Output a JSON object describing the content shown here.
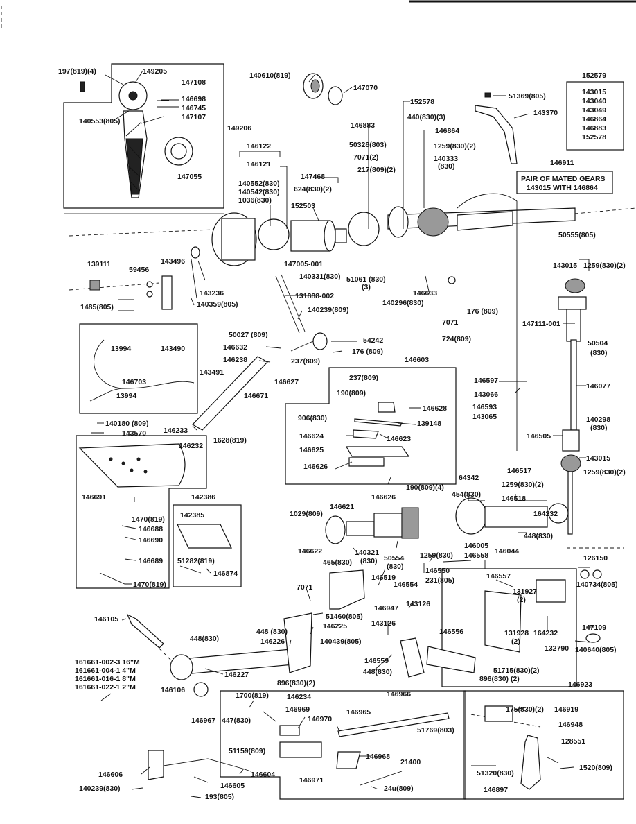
{
  "diagram": {
    "mated_gears_note_line1": "PAIR OF MATED GEARS",
    "mated_gears_note_line2": "143015 WITH 146864",
    "assembly_152579": {
      "number": "152579",
      "items": [
        "143015",
        "143040",
        "143049",
        "146864",
        "146883",
        "152578"
      ]
    },
    "labels": {
      "p197": "197(819)(4)",
      "p149205": "149205",
      "p147108": "147108",
      "p146698": "146698",
      "p146745": "146745",
      "p147107": "147107",
      "p140553": "140553(805)",
      "p147055": "147055",
      "p149206": "149206",
      "p140610": "140610(819)",
      "p147070": "147070",
      "p152578": "152578",
      "p440": "440(830)(3)",
      "p51369": "51369(805)",
      "p143370": "143370",
      "p146883": "146883",
      "p146864": "146864",
      "p50328": "50328(803)",
      "p7071_2": "7071(2)",
      "p217": "217(809)(2)",
      "p1259_2a": "1259(830)(2)",
      "p140333": "140333",
      "p140333b": "(830)",
      "p146911": "146911",
      "p146122": "146122",
      "p146121": "146121",
      "p140552": "140552(830)",
      "p140542": "140542(830)",
      "p1036": "1036(830)",
      "p147468": "147468",
      "p624": "624(830)(2)",
      "p152503": "152503",
      "p50555": "50555(805)",
      "p147005": "147005-001",
      "p140331": "140331(830)",
      "p51061": "51061 (830)",
      "p51061b": "(3)",
      "p139111": "139111",
      "p59456": "59456",
      "p143496": "143496",
      "p1485": "1485(805)",
      "p143236": "143236",
      "p140359": "140359(805)",
      "p131888": "131888-002",
      "p140239a": "140239(809)",
      "p146633": "146633",
      "p140296": "140296(830)",
      "p7071": "7071",
      "p176a": "176 (809)",
      "p724": "724(809)",
      "p143015a": "143015",
      "p1259_2b": "1259(830)(2)",
      "p147111": "147111-001",
      "p50504": "50504",
      "p50504b": "(830)",
      "p13994a": "13994",
      "p143490": "143490",
      "p146703": "146703",
      "p13994b": "13994",
      "p143491": "143491",
      "p50027": "50027 (809)",
      "p54242": "54242",
      "p146632": "146632",
      "p176b": "176 (809)",
      "p146238": "146238",
      "p237a": "237(809)",
      "p146603": "146603",
      "p146627": "146627",
      "p237b": "237(809)",
      "p190a": "190(809)",
      "p146628": "146628",
      "p146671": "146671",
      "p906": "906(830)",
      "p139148": "139148",
      "p146624": "146624",
      "p146623": "146623",
      "p146625": "146625",
      "p146626a": "146626",
      "p146597": "146597",
      "p143066": "143066",
      "p146593": "146593",
      "p143065": "143065",
      "p146077": "146077",
      "p140298": "140298",
      "p140298b": "(830)",
      "p146505": "146505",
      "p143015b": "143015",
      "p1259_2c": "1259(830)(2)",
      "p140180": "140180 (809)",
      "p143570": "143570",
      "p1628": "1628(819)",
      "p146233": "146233",
      "p146232": "146232",
      "p142386": "142386",
      "p142385": "142385",
      "p146691": "146691",
      "p1470a": "1470(819)",
      "p146688": "146688",
      "p146690": "146690",
      "p146689": "146689",
      "p51282": "51282(819)",
      "p146874": "146874",
      "p1470b": "1470(819)",
      "p146626b": "146626",
      "p190b": "190(809)(4)",
      "p64342": "64342",
      "p454": "454(830)",
      "p146517": "146517",
      "p1259_2d": "1259(830)(2)",
      "p146518": "146518",
      "p1029": "1029(809)",
      "p146621": "146621",
      "p146622": "146622",
      "p140321": "140321",
      "p465": "465(830)",
      "p830a": "(830)",
      "p50554": "50554",
      "p50554b": "(830)",
      "p1259_2e": "1259(830)",
      "p146550": "146550",
      "p146005": "146005",
      "p146558": "146558",
      "p146044": "146044",
      "p164232a": "164232",
      "p448a": "448(830)",
      "p126150": "126150",
      "p146519": "146519",
      "p146554": "146554",
      "p231": "231(805)",
      "p146557": "146557",
      "p131927": "131927",
      "p131927b": "(2)",
      "p140734": "140734(805)",
      "p7071b": "7071",
      "p146947": "146947",
      "p143126a": "143126",
      "p51460": "51460(805)",
      "p146225": "146225",
      "p146105": "146105",
      "p448b": "448 (830)",
      "p146226": "146226",
      "p140439": "140439(805)",
      "p143126b": "143126",
      "p146556": "146556",
      "p131928": "131928",
      "p131928b": "(2)",
      "p164232b": "164232",
      "p147109": "147109",
      "p448c": "448(830)",
      "p146559": "146559",
      "p448d": "448(830)",
      "p51715": "51715(830)(2)",
      "p896a": "896(830) (2)",
      "p132790": "132790",
      "p140640": "140640(805)",
      "p161661a": "161661-002-3  16\"M",
      "p161661b": "161661-004-1  4\"M",
      "p161661c": "161661-016-1  8\"M",
      "p161661d": "161661-022-1  2\"M",
      "p146227": "146227",
      "p896b": "896(830)(2)",
      "p146106": "146106",
      "p146234": "146234",
      "p1700": "1700(819)",
      "p146966": "146966",
      "p146923": "146923",
      "p146967": "146967",
      "p447": "447(830)",
      "p146969": "146969",
      "p146970": "146970",
      "p146965": "146965",
      "p51769": "51769(803)",
      "p175": "175(830)(2)",
      "p146919": "146919",
      "p146948": "146948",
      "p51159": "51159(809)",
      "p146968": "146968",
      "p128551": "128551",
      "p21400": "21400",
      "p1520": "1520(809)",
      "p146606": "146606",
      "p146604": "146604",
      "p146971": "146971",
      "p51320": "51320(830)",
      "p146605": "146605",
      "p240": "24u(809)",
      "p146897": "146897",
      "p140239b": "140239(830)",
      "p193": "193(805)"
    }
  }
}
